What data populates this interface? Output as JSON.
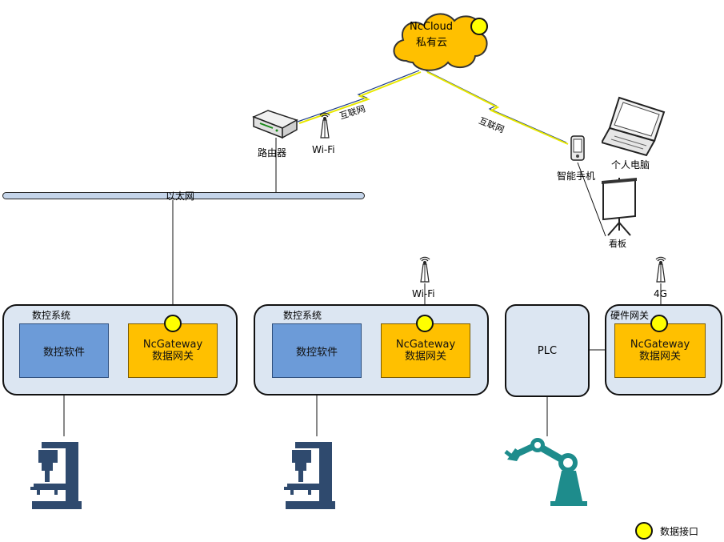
{
  "cloud": {
    "name": "NcCloud",
    "subtitle": "私有云"
  },
  "network": {
    "router_label": "路由器",
    "wifi_label": "Wi-Fi",
    "internet_left": "互联网",
    "internet_right": "互联网",
    "ethernet_label": "以太网"
  },
  "devices": {
    "phone_label": "智能手机",
    "pc_label": "个人电脑",
    "board_label": "看板"
  },
  "systems": [
    {
      "title": "数控系统",
      "software": "数控软件",
      "gateway_line1": "NcGateway",
      "gateway_line2": "数据网关"
    },
    {
      "title": "数控系统",
      "software": "数控软件",
      "gateway_line1": "NcGateway",
      "gateway_line2": "数据网关",
      "antenna_label": "Wi-Fi"
    },
    {
      "plc": "PLC",
      "title": "硬件网关",
      "gateway_line1": "NcGateway",
      "gateway_line2": "数据网关",
      "antenna_label": "4G"
    }
  ],
  "legend": {
    "data_interface": "数据接口"
  },
  "colors": {
    "container_fill": "#dce6f2",
    "software_fill": "#6c9bd8",
    "gateway_fill": "#ffc000",
    "cloud_fill": "#ffc000",
    "interface_dot": "#ffff00",
    "machine_color": "#2f4a6e",
    "robot_color": "#1e8c8c",
    "ethernet_bar": "#c5d5ea"
  },
  "icons": [
    "cloud-icon",
    "router-icon",
    "antenna-icon",
    "smartphone-icon",
    "laptop-icon",
    "display-board-icon",
    "cnc-machine-icon",
    "robot-arm-icon",
    "lightning-link-icon"
  ]
}
